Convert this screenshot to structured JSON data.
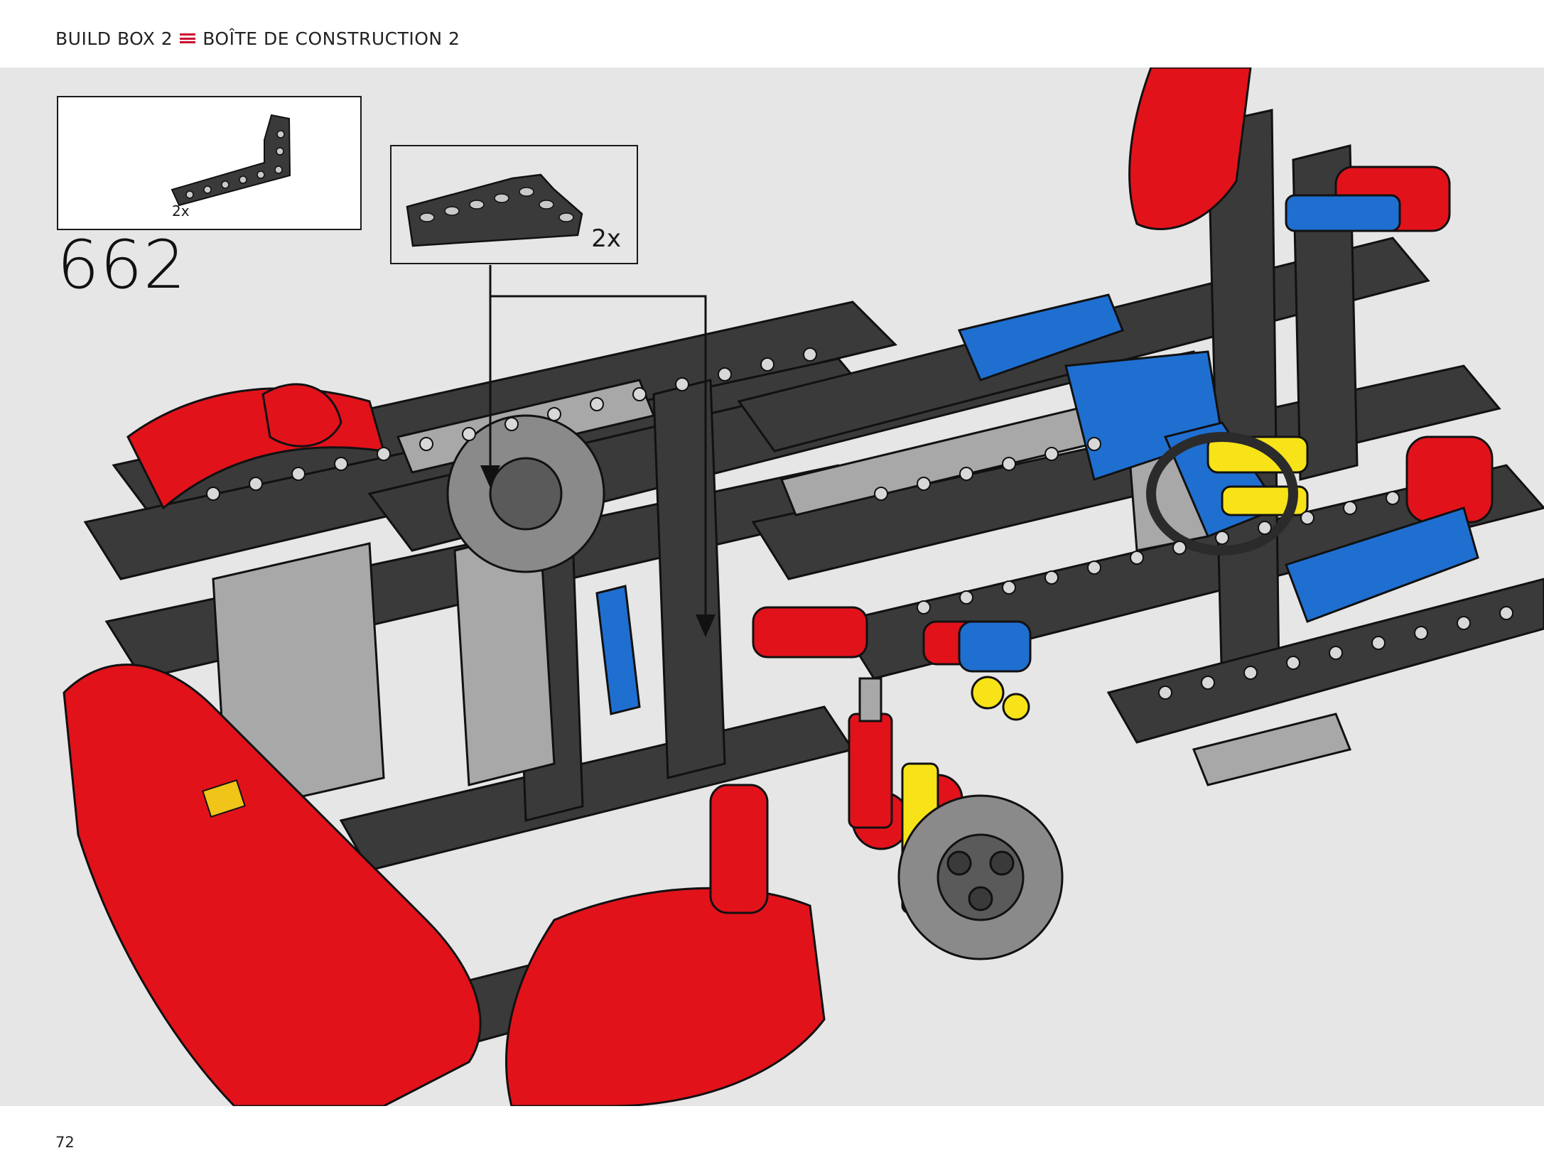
{
  "header": {
    "left": "BUILD BOX 2",
    "right": "BOÎTE DE CONSTRUCTION 2"
  },
  "step": {
    "number": "662",
    "parts_list_qty": "2x",
    "callout_qty": "2x"
  },
  "page": {
    "number": "72"
  },
  "colors": {
    "background": "#e6e6e6",
    "dark_grey": "#3a3a3a",
    "light_grey": "#a8a8a8",
    "red": "#e2121b",
    "blue": "#1f6fd1",
    "yellow": "#f7e318",
    "accent": "#c8102e"
  }
}
